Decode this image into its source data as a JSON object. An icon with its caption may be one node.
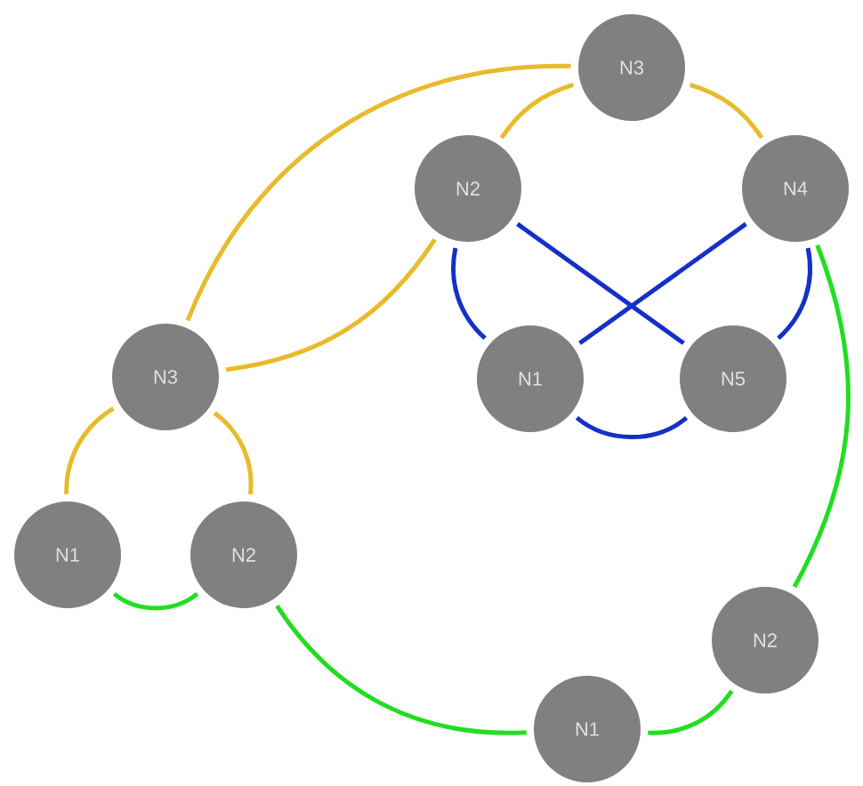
{
  "diagram": {
    "nodes": [
      {
        "text": [
          "N3"
        ]
      },
      {
        "text": [
          "N2"
        ]
      },
      {
        "text": [
          "N4"
        ]
      },
      {
        "text": [
          "N3"
        ]
      },
      {
        "text": [
          "N1"
        ]
      },
      {
        "text": [
          "N5"
        ]
      },
      {
        "text": [
          "N1"
        ]
      },
      {
        "text": [
          "N2"
        ]
      },
      {
        "text": [
          "N2"
        ]
      },
      {
        "text": [
          "N1"
        ]
      }
    ],
    "edges": [
      {
        "from": 0,
        "to": 3,
        "arrow": "none",
        "color": "#e8bb2c"
      },
      {
        "from": 0,
        "to": 1,
        "arrow": "none",
        "color": "#e8bb2c"
      },
      {
        "from": 0,
        "to": 2,
        "arrow": "none",
        "color": "#e8bb2c"
      },
      {
        "from": 1,
        "to": 3,
        "arrow": "none",
        "color": "#e8bb2c"
      },
      {
        "from": 3,
        "to": 6,
        "arrow": "none",
        "color": "#e8bb2c"
      },
      {
        "from": 3,
        "to": 7,
        "arrow": "none",
        "color": "#e8bb2c"
      },
      {
        "from": 1,
        "to": 4,
        "arrow": "none",
        "color": "#1530c8"
      },
      {
        "from": 1,
        "to": 5,
        "arrow": "none",
        "color": "#1530c8"
      },
      {
        "from": 2,
        "to": 4,
        "arrow": "none",
        "color": "#1530c8"
      },
      {
        "from": 2,
        "to": 5,
        "arrow": "none",
        "color": "#1530c8"
      },
      {
        "from": 4,
        "to": 5,
        "arrow": "none",
        "color": "#1530c8"
      },
      {
        "from": 6,
        "to": 7,
        "arrow": "none",
        "color": "#22dd22"
      },
      {
        "from": 2,
        "to": 8,
        "arrow": "none",
        "color": "#22dd22"
      },
      {
        "from": 8,
        "to": 9,
        "arrow": "none",
        "color": "#22dd22"
      },
      {
        "from": 9,
        "to": 7,
        "arrow": "none",
        "color": "#22dd22"
      }
    ]
  }
}
